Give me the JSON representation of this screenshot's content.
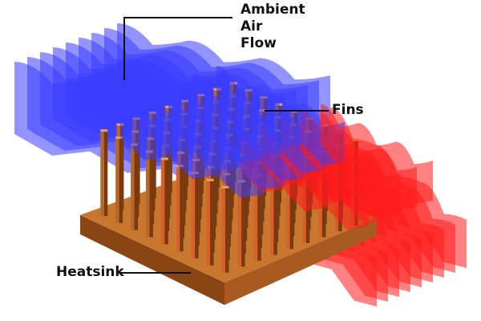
{
  "labels": {
    "ambient_air_flow": [
      "Ambient",
      "Air",
      "Flow"
    ],
    "fins": "Fins",
    "heatsink": "Heatsink"
  },
  "colors": {
    "cool_air": "#3a3cff",
    "hot_air": "#ff1a1a",
    "copper": "#c8702a",
    "copper_dark": "#7a3a10"
  }
}
